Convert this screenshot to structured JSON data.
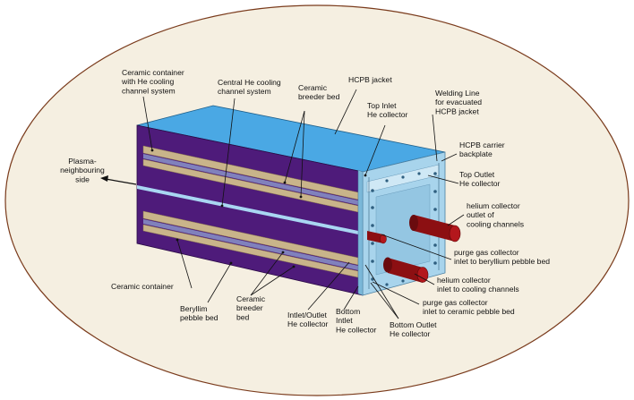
{
  "colors": {
    "ellipse_fill": "#f5efe1",
    "ellipse_stroke": "#7a3b1c",
    "top_face": "#4aa8e4",
    "front_face": "#4e1b7a",
    "side_face": "#3a0f63",
    "plate": "#a8d4ec",
    "plate_dark": "#7bb8d9",
    "pebble": "#c9b48a",
    "channel": "#a9d6f2",
    "pipe": "#8c0f12"
  },
  "labels": {
    "plasma": [
      "Plasma-",
      "neighbouring",
      "side"
    ],
    "ceramic_container_top": [
      "Ceramic container",
      "with He cooling",
      "channel system"
    ],
    "central_he": [
      "Central He cooling",
      "channel system"
    ],
    "ceramic_breeder_top": [
      "Ceramic",
      "breeder bed"
    ],
    "hcpb_jacket": [
      "HCPB jacket"
    ],
    "top_inlet": [
      "Top Inlet",
      "He collector"
    ],
    "welding_line": [
      "Welding Line",
      "for evacuated",
      "HCPB jacket"
    ],
    "carrier_backplate": [
      "HCPB carrier",
      "backplate"
    ],
    "top_outlet": [
      "Top Outlet",
      "He collector"
    ],
    "helium_outlet": [
      "helium collector",
      "outlet of",
      "cooling channels"
    ],
    "purge_beryllium": [
      "purge gas collector",
      "inlet to beryllium pebble bed"
    ],
    "helium_inlet": [
      "helium collector",
      "inlet to cooling channels"
    ],
    "purge_ceramic": [
      "purge gas collector",
      "inlet to ceramic pebble bed"
    ],
    "ceramic_container_bottom": [
      "Ceramic container"
    ],
    "beryllium_bed": [
      "Beryllim",
      "pebble bed"
    ],
    "ceramic_breeder_bottom": [
      "Ceramic",
      "breeder",
      "bed"
    ],
    "inlet_outlet": [
      "Intlet/Outlet",
      "He collector"
    ],
    "bottom_inlet": [
      "Bottom",
      "Intlet",
      "He collector"
    ],
    "bottom_outlet": [
      "Bottom Outlet",
      "He collector"
    ]
  }
}
